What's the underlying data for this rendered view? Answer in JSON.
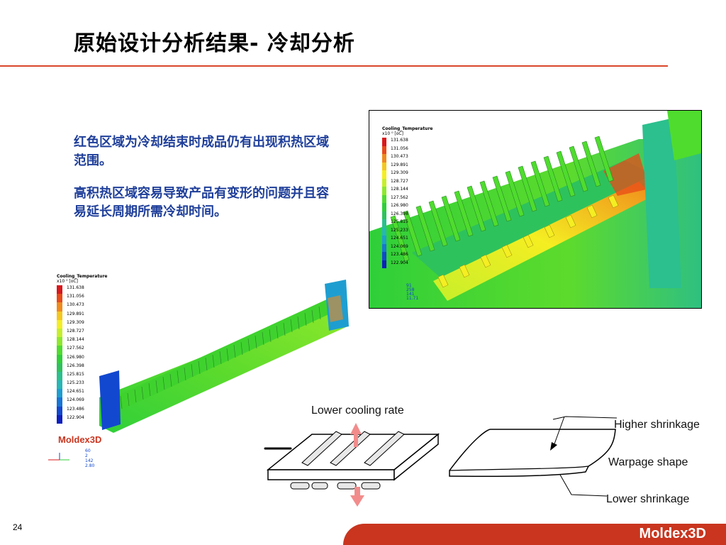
{
  "slide": {
    "title": "原始设计分析结果- 冷却分析",
    "paragraphs": [
      "红色区域为冷却结束时成品仍有出现积热区域范围。",
      "高积热区域容易导致产品有变形的问题并且容易延长周期所需冷却时间。"
    ],
    "page_number": "24",
    "footer_logo": "Moldex3D"
  },
  "legend": {
    "title": "Cooling_Temperature",
    "unit": "x10 ⁰  [oC]",
    "values": [
      "131.638",
      "131.056",
      "130.473",
      "129.891",
      "129.309",
      "128.727",
      "128.144",
      "127.562",
      "126.980",
      "126.398",
      "125.815",
      "125.233",
      "124.651",
      "124.069",
      "123.486",
      "122.904"
    ],
    "colors": [
      "#d8181b",
      "#e84a18",
      "#f08a1c",
      "#f5c71d",
      "#f4ee22",
      "#c6ef2a",
      "#8ee82b",
      "#4fdc2e",
      "#2fcf3a",
      "#2ec25d",
      "#2bc08e",
      "#27b7b5",
      "#1e9ed0",
      "#1775d6",
      "#1248cf",
      "#0d1fbf"
    ]
  },
  "left_model": {
    "logo": "Moldex3D",
    "scale_values": [
      "60",
      "2",
      "142",
      "2.80"
    ]
  },
  "right_model": {
    "scale_values": [
      "91",
      "258",
      "141",
      "11.71"
    ]
  },
  "diagram": {
    "lower_cooling_rate": "Lower cooling rate",
    "higher_shrinkage": "Higher shrinkage",
    "warpage_shape": "Warpage shape",
    "lower_shrinkage": "Lower shrinkage"
  }
}
